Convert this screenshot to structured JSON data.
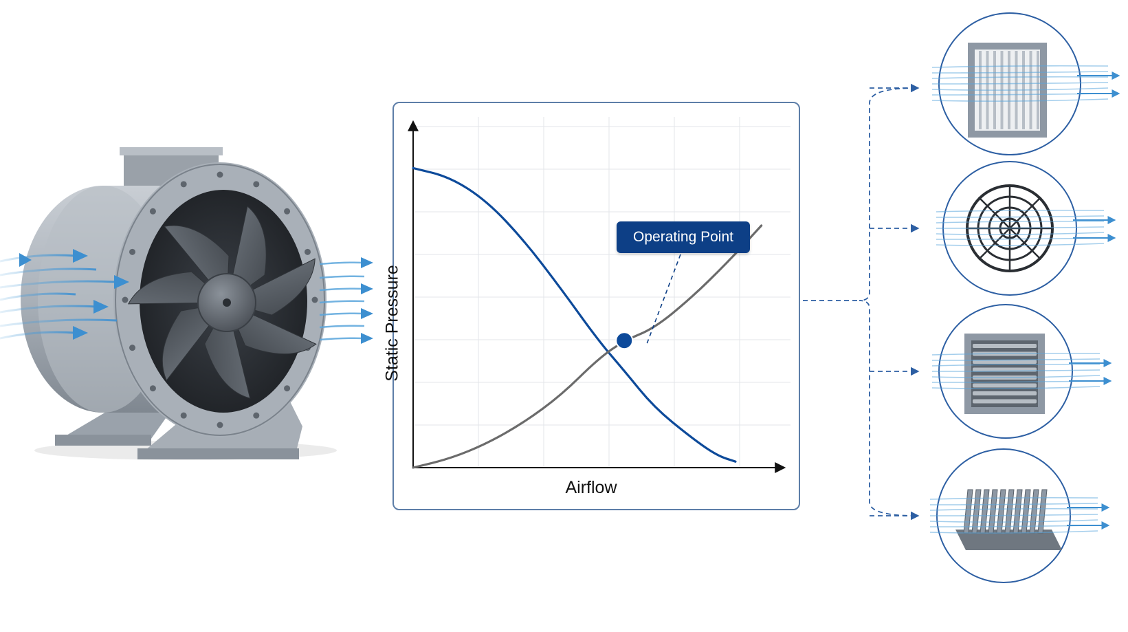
{
  "chart_data": {
    "type": "line",
    "xlabel": "Airflow",
    "ylabel": "Static Pressure",
    "ylim": [
      0,
      1
    ],
    "xlim": [
      0,
      1
    ],
    "grid": true,
    "annotation": "Operating Point",
    "series": [
      {
        "values": [
          [
            0,
            0.99
          ],
          [
            0.1,
            0.96
          ],
          [
            0.2,
            0.88
          ],
          [
            0.3,
            0.75
          ],
          [
            0.4,
            0.59
          ],
          [
            0.5,
            0.42
          ],
          [
            0.57,
            0.32
          ],
          [
            0.65,
            0.2
          ],
          [
            0.75,
            0.1
          ],
          [
            0.82,
            0.04
          ],
          [
            0.87,
            0.02
          ]
        ]
      },
      {
        "values": [
          [
            0,
            0.0
          ],
          [
            0.1,
            0.03
          ],
          [
            0.2,
            0.08
          ],
          [
            0.3,
            0.15
          ],
          [
            0.4,
            0.24
          ],
          [
            0.5,
            0.36
          ],
          [
            0.57,
            0.42
          ],
          [
            0.65,
            0.46
          ],
          [
            0.75,
            0.56
          ],
          [
            0.85,
            0.68
          ],
          [
            0.94,
            0.8
          ]
        ]
      }
    ],
    "operating_point": [
      0.57,
      0.42
    ]
  },
  "colors": {
    "fan_curve": "#0d4a9a",
    "system_curve": "#6b6b6b",
    "accent": "#0d3f86",
    "airflow": "#5aa6dc",
    "metal": "#8e98a4"
  },
  "components": [
    {
      "icon": "filter-icon"
    },
    {
      "icon": "fan-guard-icon"
    },
    {
      "icon": "louver-icon"
    },
    {
      "icon": "heat-sink-icon"
    }
  ]
}
